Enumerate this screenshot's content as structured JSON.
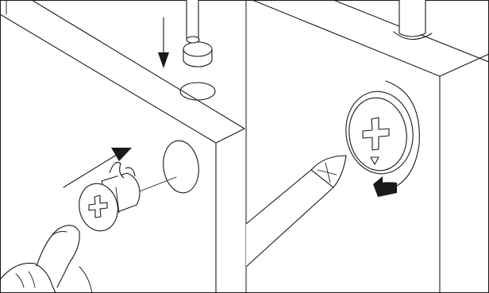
{
  "figure": {
    "panels": [
      {
        "id": "left",
        "scene": "insert-cam-lock-into-hole"
      },
      {
        "id": "right",
        "scene": "tighten-cam-lock-with-screwdriver"
      }
    ],
    "colors": {
      "line": "#1a1a1a",
      "background": "#ffffff"
    },
    "icons": [
      "down-arrow-icon",
      "insert-arrow-icon",
      "clockwise-rotation-arrow-icon",
      "phillips-cross-icon",
      "pointer-triangle-icon"
    ]
  }
}
